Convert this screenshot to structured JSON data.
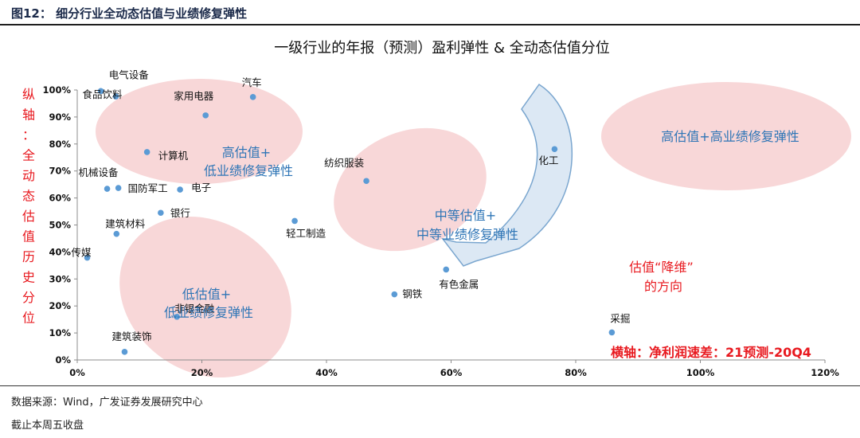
{
  "figure": {
    "title": "图12：  细分行业全动态估值与业绩修复弹性",
    "source": "数据来源：Wind，广发证券发展研究中心",
    "cutoff": "截止本周五收盘"
  },
  "chart_data": {
    "type": "scatter",
    "title": "一级行业的年报（预测）盈利弹性 & 全动态估值分位",
    "xlabel": "横轴：净利润速差：21预测-20Q4",
    "ylabel": "纵轴：全动态估值历史分位",
    "xlim": [
      0,
      120
    ],
    "ylim": [
      0,
      100
    ],
    "x_ticks": [
      "0%",
      "20%",
      "40%",
      "60%",
      "80%",
      "100%",
      "120%"
    ],
    "y_ticks": [
      "0%",
      "10%",
      "20%",
      "30%",
      "40%",
      "50%",
      "60%",
      "70%",
      "80%",
      "90%",
      "100%"
    ],
    "grid": false,
    "marker_color": "#5b9bd5",
    "points": [
      {
        "label": "电气设备",
        "x": 3.8,
        "y": 99.6
      },
      {
        "label": "食品饮料",
        "x": 6.2,
        "y": 97.6
      },
      {
        "label": "汽车",
        "x": 28.2,
        "y": 97.4
      },
      {
        "label": "家用电器",
        "x": 20.6,
        "y": 90.6
      },
      {
        "label": "计算机",
        "x": 11.2,
        "y": 77.0
      },
      {
        "label": "机械设备",
        "x": 4.8,
        "y": 63.4
      },
      {
        "label": "国防军工",
        "x": 6.6,
        "y": 63.7
      },
      {
        "label": "电子",
        "x": 16.5,
        "y": 63.1
      },
      {
        "label": "银行",
        "x": 13.4,
        "y": 54.5
      },
      {
        "label": "建筑材料",
        "x": 6.3,
        "y": 46.7
      },
      {
        "label": "传媒",
        "x": 1.6,
        "y": 37.9
      },
      {
        "label": "非银金融",
        "x": 16.0,
        "y": 16.0
      },
      {
        "label": "建筑装饰",
        "x": 7.6,
        "y": 3.0
      },
      {
        "label": "轻工制造",
        "x": 34.9,
        "y": 51.5
      },
      {
        "label": "纺织服装",
        "x": 46.4,
        "y": 66.3
      },
      {
        "label": "有色金属",
        "x": 59.2,
        "y": 33.5
      },
      {
        "label": "钢铁",
        "x": 50.9,
        "y": 24.3
      },
      {
        "label": "化工",
        "x": 76.6,
        "y": 78.1
      },
      {
        "label": "采掘",
        "x": 85.8,
        "y": 10.2
      }
    ],
    "annotations": {
      "high_zone": [
        "高估值+",
        "低业绩修复弹性"
      ],
      "mid_zone": [
        "中等估值+",
        "中等业绩修复弹性"
      ],
      "low_zone": [
        "低估值+",
        "低业绩修复弹性"
      ],
      "top_right_zone": "高估值+高业绩修复弹性",
      "direction_note": [
        "估值“降维”",
        "的方向"
      ]
    },
    "colors": {
      "zone_fill": "#f8d7d8",
      "zone_text": "#2e75b6",
      "accent_red": "#e8191f",
      "arrow_fill": "#dce8f4",
      "arrow_stroke": "#7aa6cf"
    }
  }
}
